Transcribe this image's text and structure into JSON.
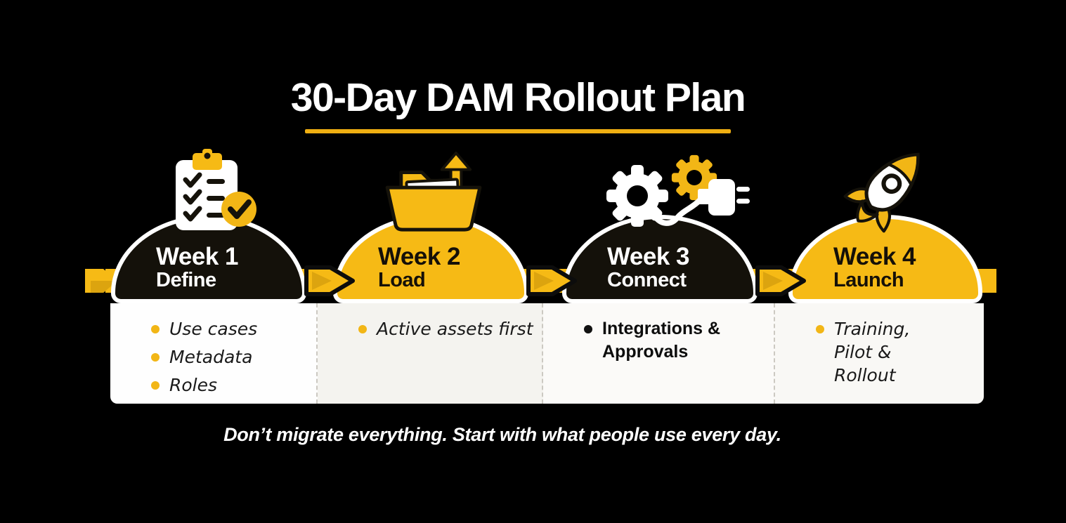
{
  "title": "30-Day DAM Rollout Plan",
  "caption": "Don’t migrate everything. Start with what people use every day.",
  "colors": {
    "background": "#000000",
    "accent_yellow": "#F6BA15",
    "accent_yellow_dark": "#DCA40F",
    "dome_black": "#14110A",
    "panel_white": "#FFFFFF",
    "text_white": "#FFFFFF",
    "text_black": "#1A1A1A"
  },
  "weeks": [
    {
      "label": "Week 1",
      "phase": "Define",
      "icon": "clipboard-checklist-icon",
      "theme": "black",
      "bullet_color": "#F2B616",
      "text_style": "italic",
      "items": [
        "Use cases",
        "Metadata",
        "Roles"
      ]
    },
    {
      "label": "Week 2",
      "phase": "Load",
      "icon": "folder-upload-icon",
      "theme": "yellow",
      "bullet_color": "#F2B616",
      "text_style": "italic",
      "items": [
        "Active assets first"
      ]
    },
    {
      "label": "Week 3",
      "phase": "Connect",
      "icon": "gears-plug-icon",
      "theme": "black",
      "bullet_color": "#111111",
      "text_style": "bold",
      "items": [
        "Integrations & Approvals"
      ]
    },
    {
      "label": "Week 4",
      "phase": "Launch",
      "icon": "rocket-icon",
      "theme": "yellow",
      "bullet_color": "#F2B616",
      "text_style": "italic",
      "items": [
        "Training, Pilot & Rollout"
      ]
    }
  ]
}
